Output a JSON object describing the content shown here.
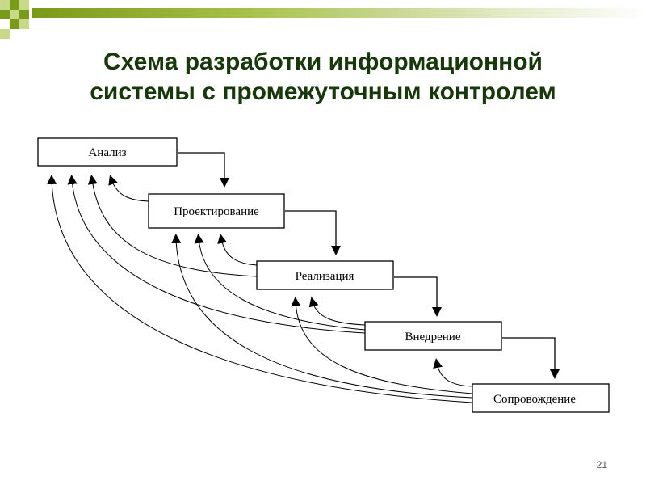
{
  "slide": {
    "title_line1": "Схема разработки информационной",
    "title_line2": "системы с промежуточным контролем",
    "page_number": "21",
    "colors": {
      "title": "#17380a",
      "accent_dark": "#7a9a1a",
      "accent_light": "#c8d98a"
    }
  },
  "diagram": {
    "stages": [
      {
        "id": "analysis",
        "label": "Анализ"
      },
      {
        "id": "design",
        "label": "Проектирование"
      },
      {
        "id": "implementation",
        "label": "Реализация"
      },
      {
        "id": "deployment",
        "label": "Внедрение"
      },
      {
        "id": "maintenance",
        "label": "Сопровождение"
      }
    ]
  }
}
